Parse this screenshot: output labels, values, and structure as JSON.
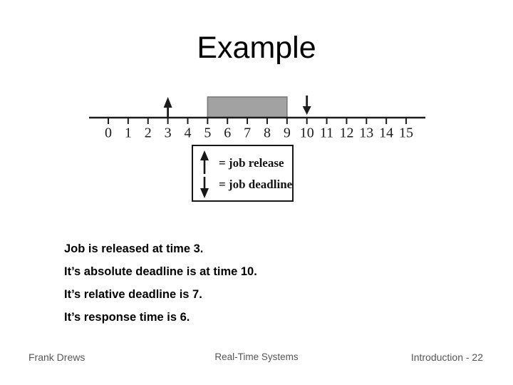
{
  "slide": {
    "title": "Example",
    "bullets": [
      "Job is released at time 3.",
      "It’s absolute deadline is at time 10.",
      "It’s relative deadline is 7.",
      "It’s response time is 6."
    ],
    "footer": {
      "author": "Frank Drews",
      "course": "Real-Time Systems",
      "page": "Introduction - 22"
    }
  },
  "diagram": {
    "type": "timeline",
    "ticks": [
      "0",
      "1",
      "2",
      "3",
      "4",
      "5",
      "6",
      "7",
      "8",
      "9",
      "10",
      "11",
      "12",
      "13",
      "14",
      "15"
    ],
    "job": {
      "release_time": 3,
      "absolute_deadline": 10,
      "execution_start": 5,
      "execution_end": 9
    },
    "legend": {
      "items": [
        {
          "icon": "up-arrow",
          "label": "= job release"
        },
        {
          "icon": "down-arrow",
          "label": "= job deadline"
        }
      ]
    },
    "colors": {
      "ink": "#1c1c1c",
      "execution_fill": "#a2a2a2",
      "execution_stroke": "#7b7b7b"
    }
  }
}
